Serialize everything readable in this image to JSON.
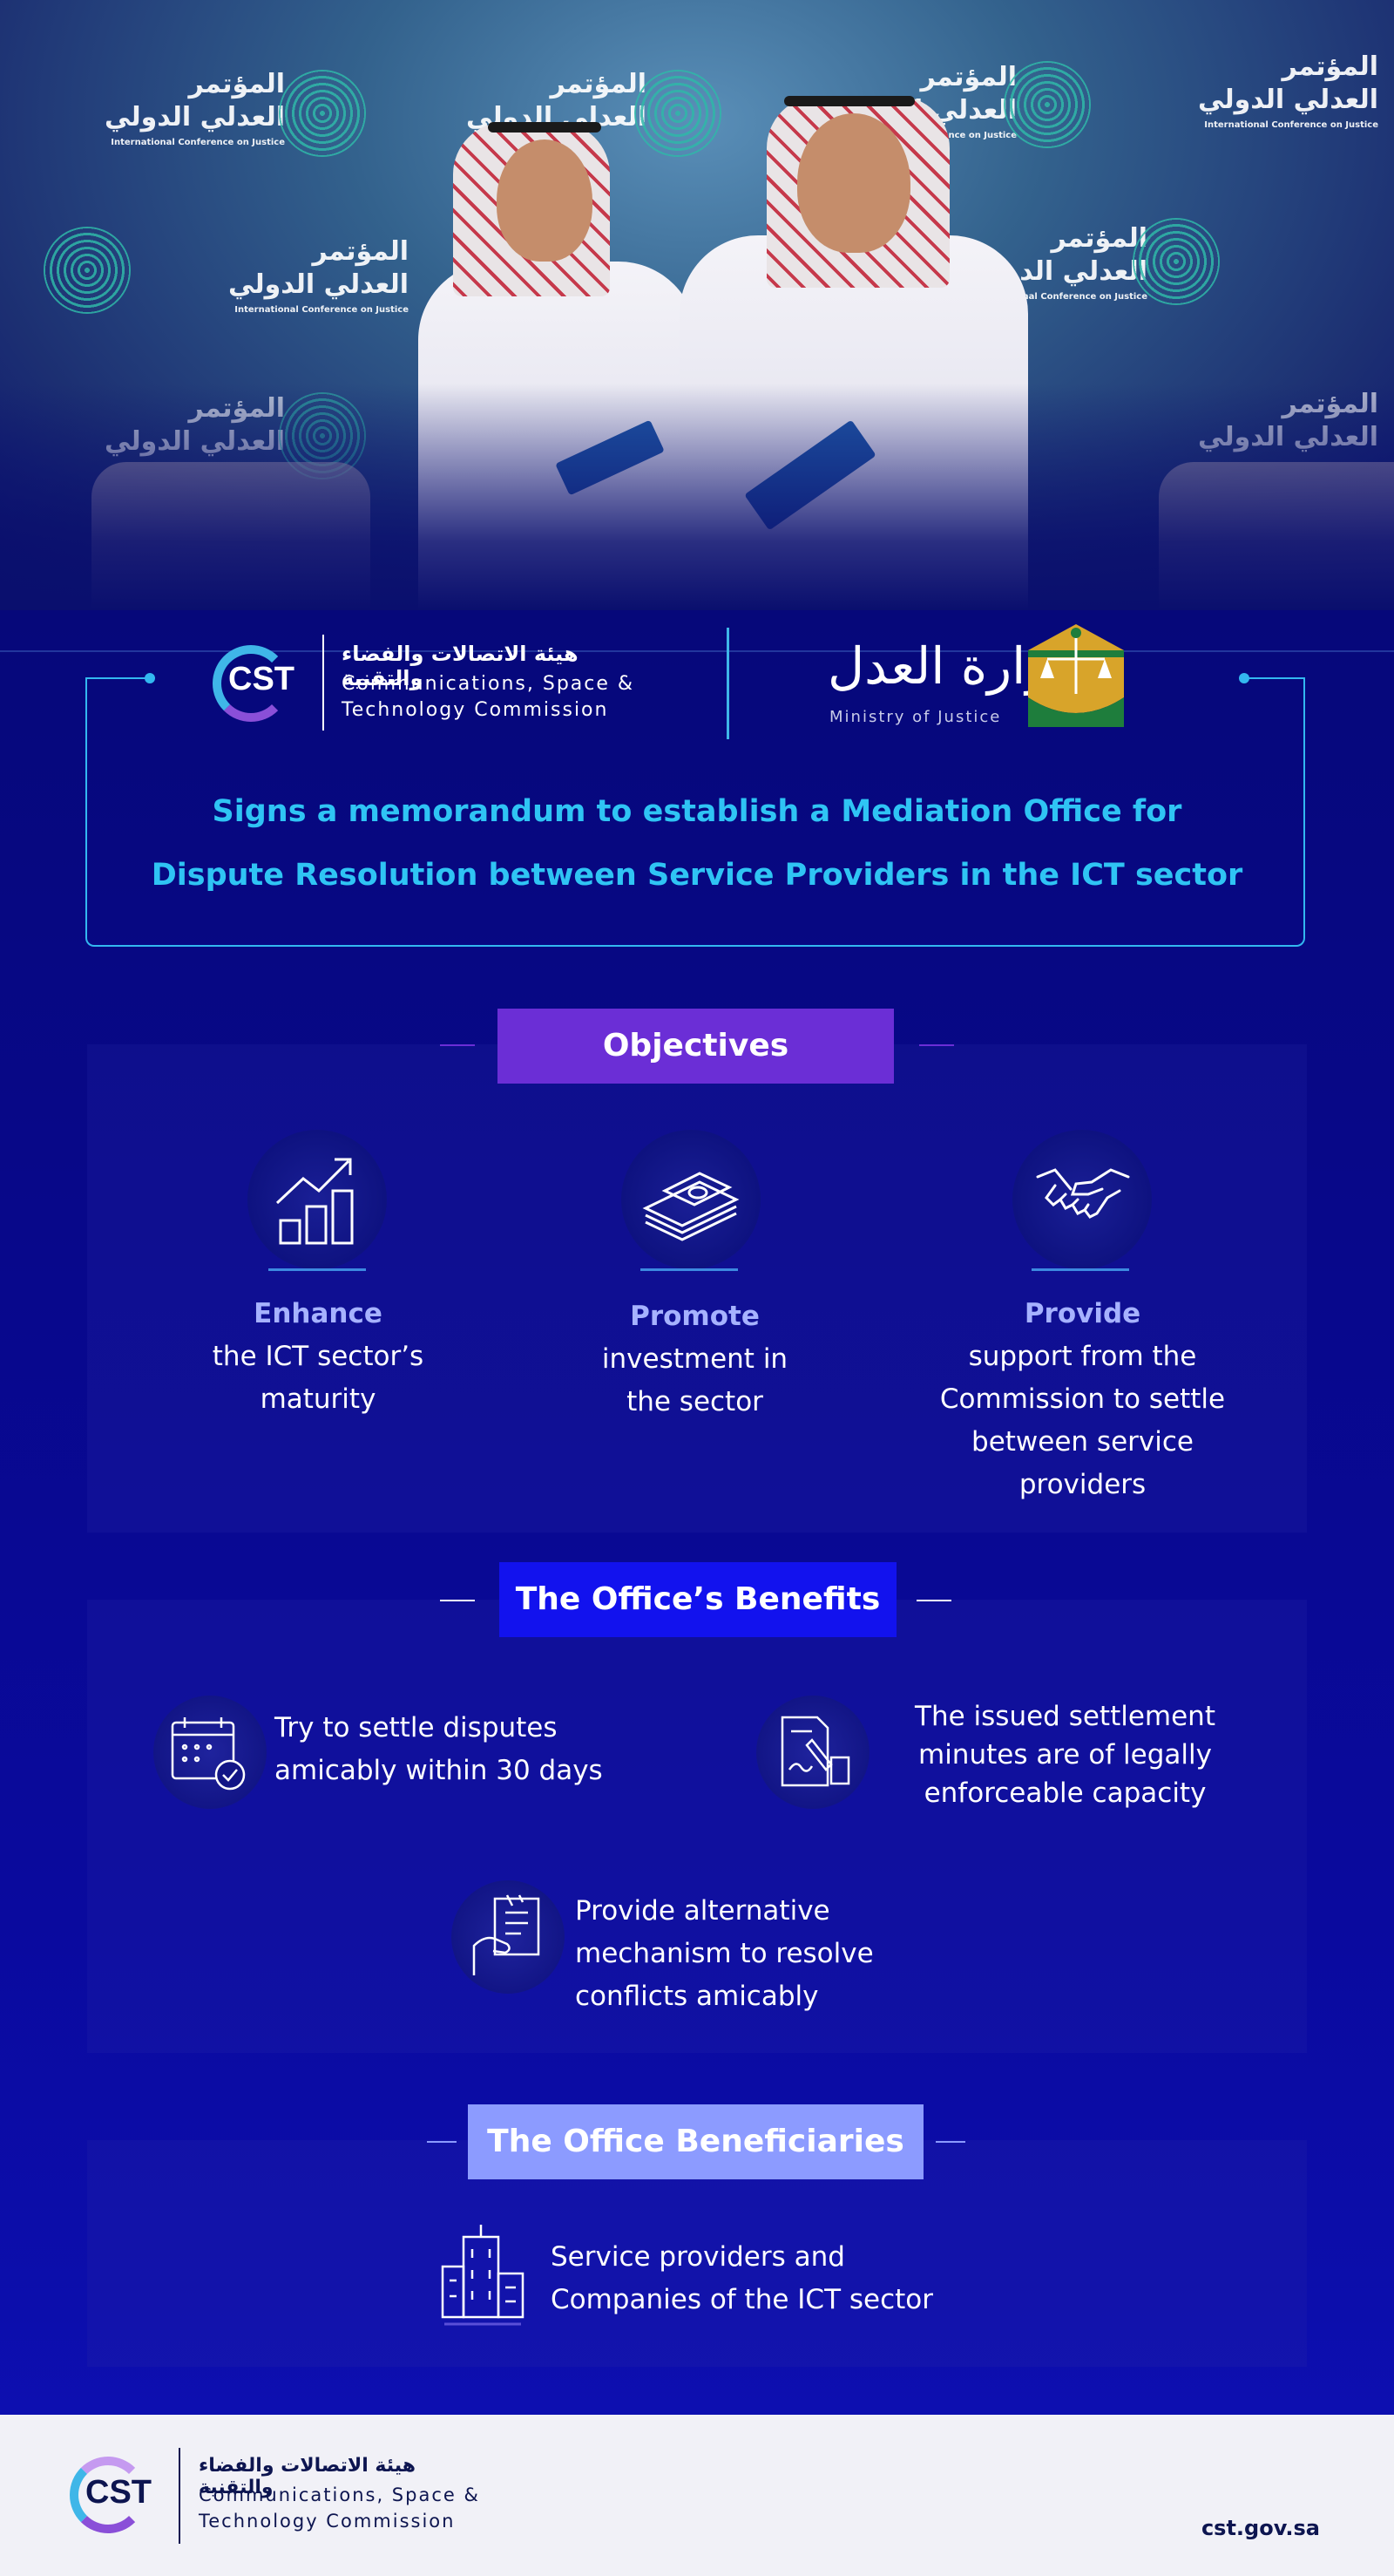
{
  "hero": {
    "backdrop_ar_line1": "المؤتمر",
    "backdrop_ar_line2": "العدلي الدولي",
    "backdrop_en": "International Conference on Justice"
  },
  "cst": {
    "short": "CST",
    "name_ar": "هيئة الاتصالات والفضاء والتقنية",
    "name_en_line1": "Communications, Space &",
    "name_en_line2": "Technology Commission"
  },
  "moj": {
    "name_ar": "وزارة العدل",
    "name_en": "Ministry of Justice"
  },
  "title": {
    "line1": "Signs a memorandum to establish a Mediation Office for",
    "line2": "Dispute Resolution between Service Providers in the ICT sector"
  },
  "objectives": {
    "heading": "Objectives",
    "items": [
      {
        "icon": "growth-chart-icon",
        "lead": "Enhance",
        "rest": [
          "the ICT sector’s",
          "maturity"
        ]
      },
      {
        "icon": "money-stack-icon",
        "lead": "Promote",
        "rest": [
          "investment in",
          "the sector"
        ]
      },
      {
        "icon": "handshake-icon",
        "lead": "Provide",
        "rest": [
          "support from the",
          "Commission to settle",
          "between service",
          "providers"
        ]
      }
    ]
  },
  "benefits": {
    "heading": "The Office’s Benefits",
    "items": [
      {
        "icon": "calendar-check-icon",
        "lines": [
          "Try to settle disputes",
          "amicably within 30 days"
        ]
      },
      {
        "icon": "signed-document-icon",
        "lines": [
          "The issued settlement",
          "minutes are of legally",
          "enforceable capacity"
        ]
      },
      {
        "icon": "hand-document-icon",
        "lines": [
          "Provide alternative",
          "mechanism to resolve",
          "conflicts amicably"
        ]
      }
    ]
  },
  "beneficiaries": {
    "heading": "The Office Beneficiaries",
    "icon": "buildings-icon",
    "lines": [
      "Service providers and",
      "Companies of the ICT sector"
    ]
  },
  "footer": {
    "url": "cst.gov.sa"
  },
  "colors": {
    "background": "#06087a",
    "title_cyan": "#2fc4f4",
    "objectives_head": "#6b2ed6",
    "benefits_head": "#1212ee",
    "beneficiaries_head": "#8c9bff",
    "accent_blue": "#3d8ae0"
  }
}
